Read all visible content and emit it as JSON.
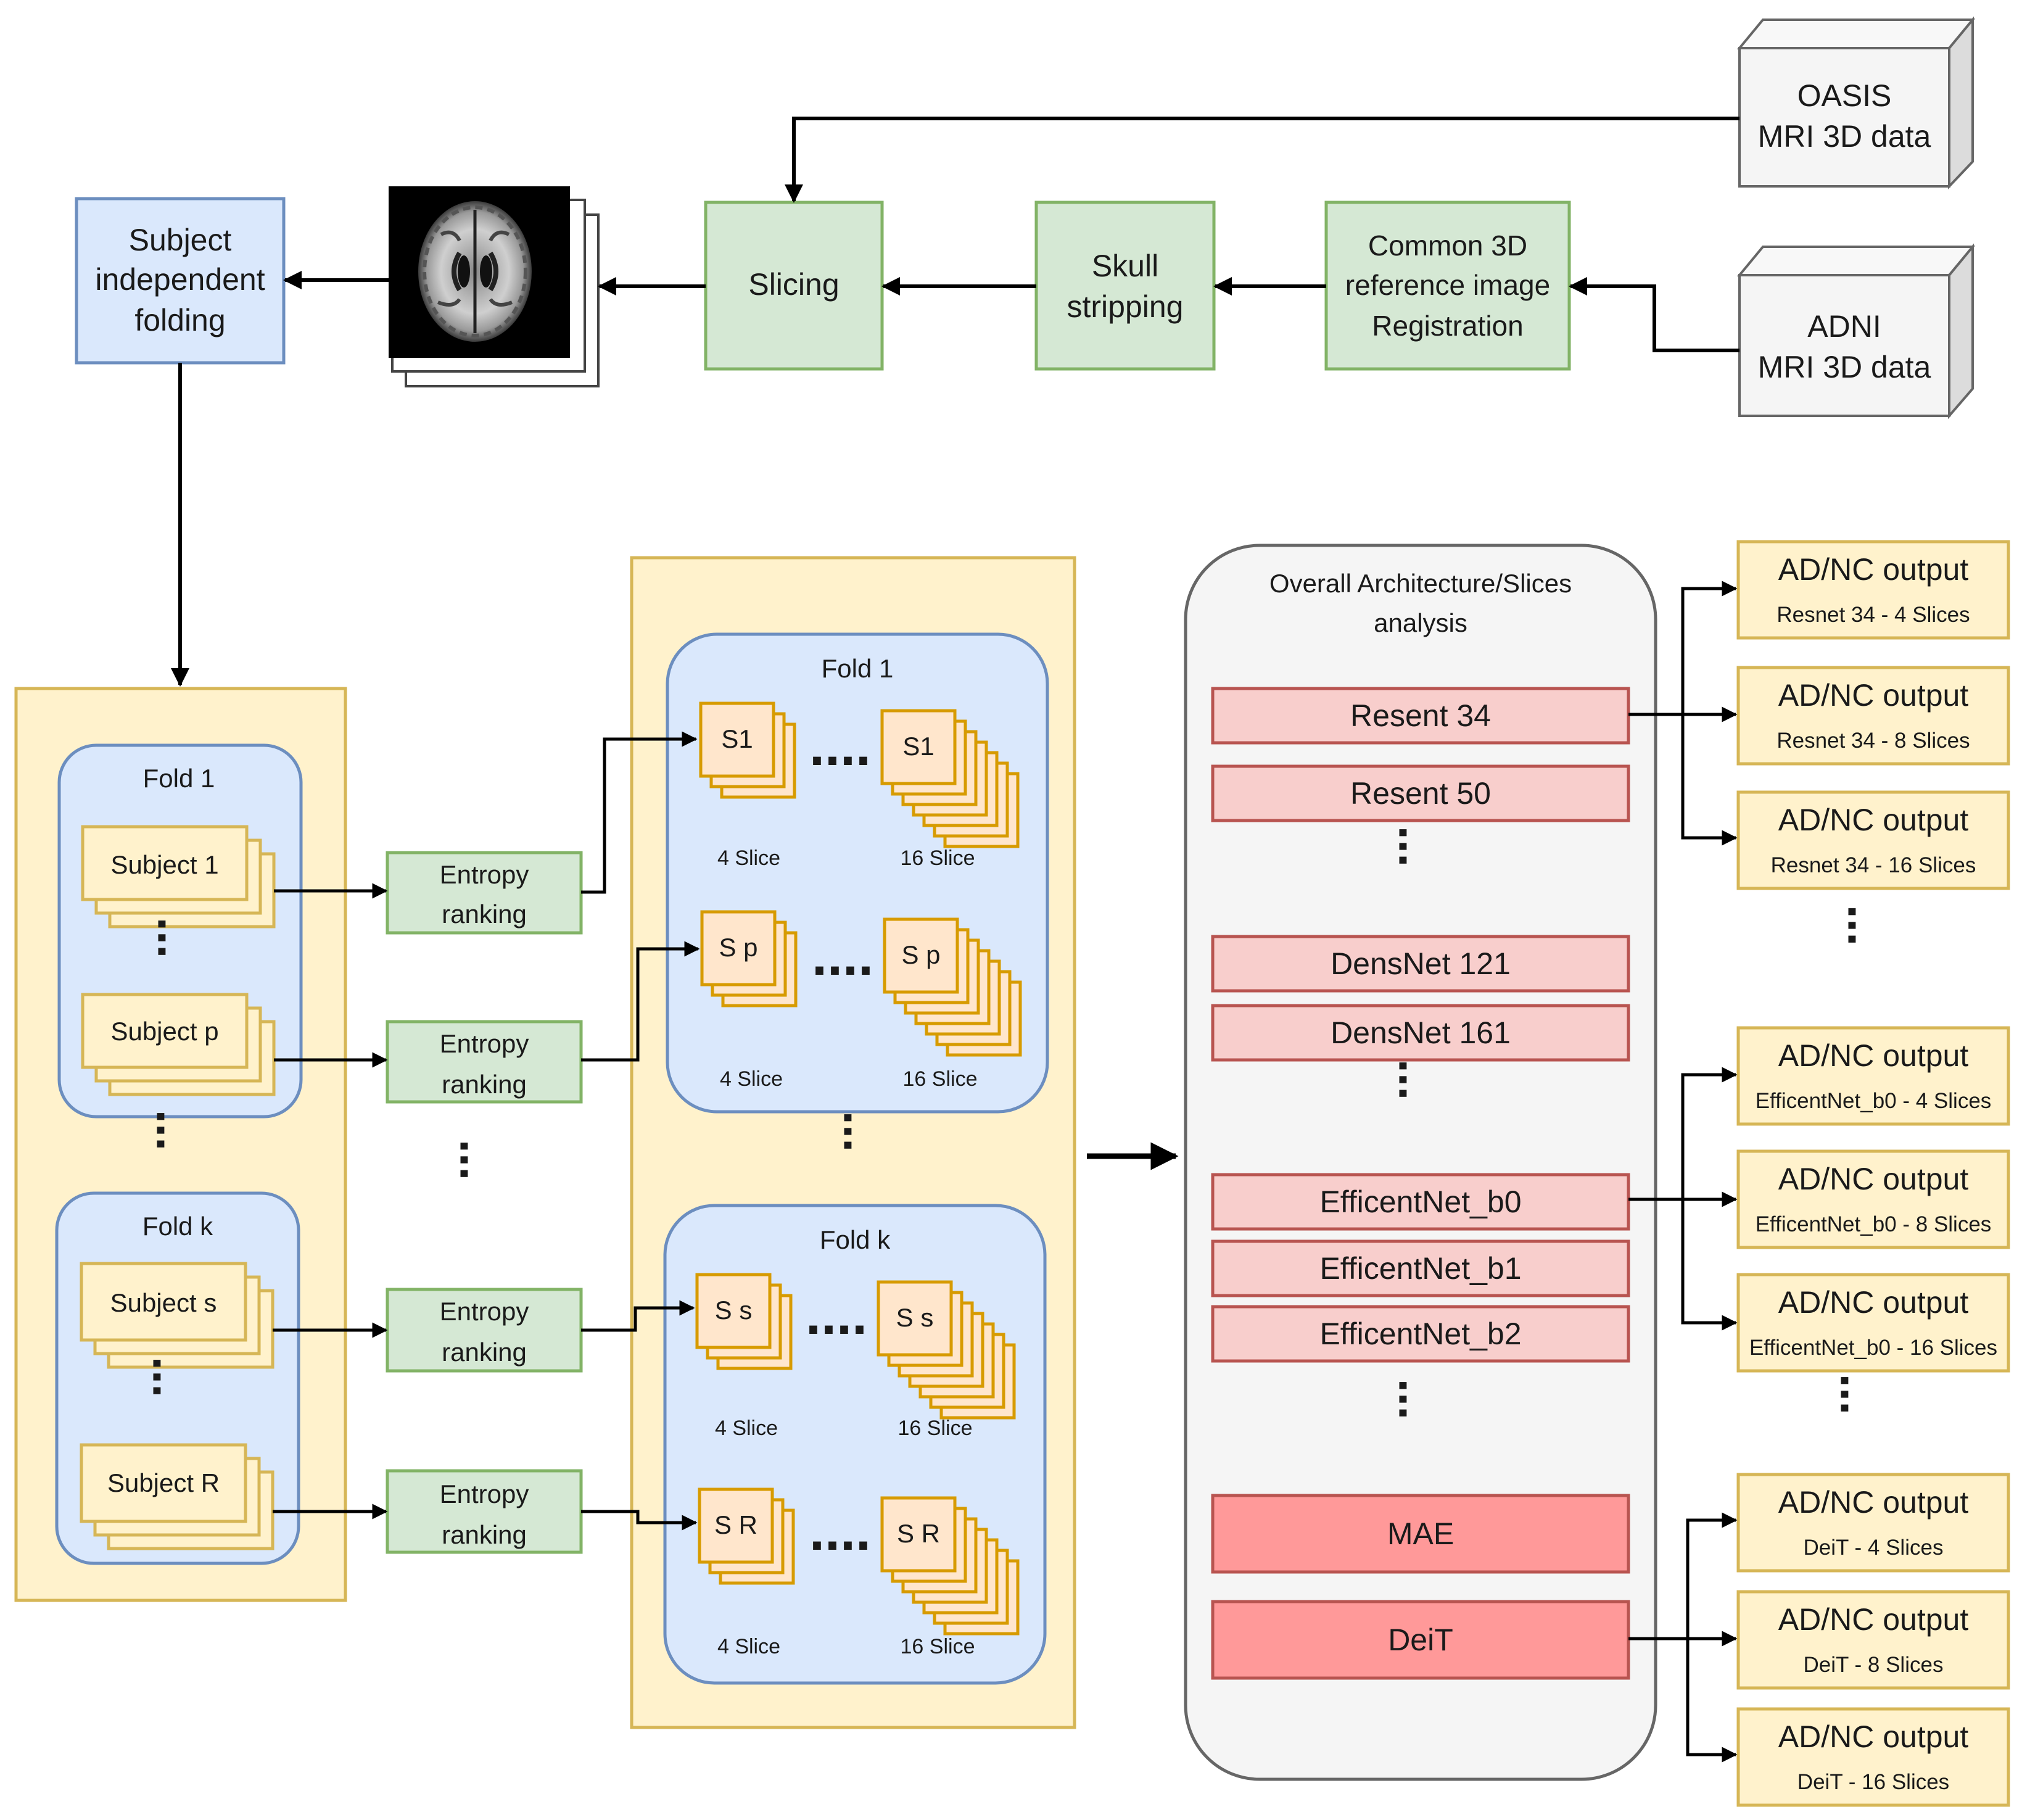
{
  "sources": {
    "oasis": [
      "OASIS",
      "MRI 3D data"
    ],
    "adni": [
      "ADNI",
      "MRI 3D data"
    ]
  },
  "pipeline": {
    "registration": [
      "Common 3D",
      "reference image",
      "Registration"
    ],
    "skull": [
      "Skull",
      "stripping"
    ],
    "slicing": "Slicing",
    "folding": [
      "Subject",
      "independent",
      "folding"
    ]
  },
  "folds_left": {
    "fold1": "Fold  1",
    "foldk": "Fold  k",
    "subject1": "Subject  1",
    "subjectp": "Subject  p",
    "subjects": "Subject   s",
    "subjectR": "Subject  R"
  },
  "entropy": [
    "Entropy",
    "ranking"
  ],
  "folds_right": {
    "fold1": "Fold  1",
    "foldk": "Fold  k",
    "s1": "S1",
    "sp": "S p",
    "ss": "S s",
    "sR": "S R",
    "slice4": "4 Slice",
    "slice16": "16 Slice",
    "hdots": "....",
    "vdots": "..."
  },
  "architecture": {
    "title": [
      "Overall Architecture/Slices",
      "analysis"
    ],
    "models": [
      "Resent 34",
      "Resent 50",
      "DensNet 121",
      "DensNet 161",
      "EfficentNet_b0",
      "EfficentNet_b1",
      "EfficentNet_b2",
      "MAE",
      "DeiT"
    ]
  },
  "outputs": {
    "label": "AD/NC output",
    "items": [
      "Resnet 34 - 4 Slices",
      "Resnet 34 - 8 Slices",
      "Resnet 34 - 16 Slices",
      "EfficentNet_b0 - 4 Slices",
      "EfficentNet_b0 - 8 Slices",
      "EfficentNet_b0 - 16 Slices",
      "DeiT - 4 Slices",
      "DeiT - 8 Slices",
      "DeiT - 16 Slices"
    ]
  },
  "colors": {
    "green_fill": "#d5e8d4",
    "green_stroke": "#82b366",
    "blue_fill": "#dae8fc",
    "blue_stroke": "#6c8ebf",
    "yellow_fill": "#fff2cc",
    "yellow_stroke": "#d6b656",
    "orange_fill": "#ffe6cc",
    "orange_stroke": "#d79b00",
    "red_fill": "#f8cecc",
    "red_stroke": "#b85450",
    "red_strong_fill": "#ff9999",
    "gray_fill": "#f5f5f5",
    "gray_stroke": "#666666"
  }
}
